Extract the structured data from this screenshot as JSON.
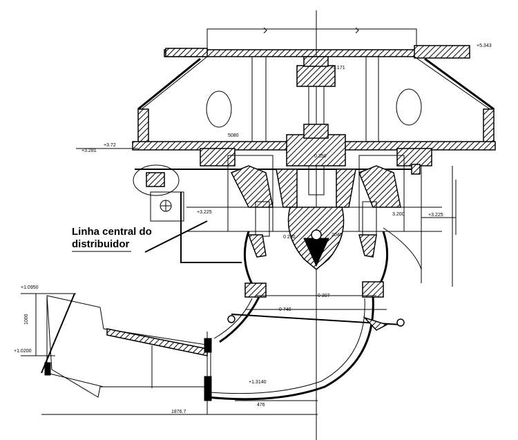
{
  "drawing": {
    "caption_line1": "Linha central do",
    "caption_line2": "distribuidor",
    "dimensions": {
      "top_right_elev": "+5.343",
      "top_center_elev": "+5.171",
      "left_elev_1": "+3.72",
      "left_elev_2": "+3.281",
      "left_upper_label": "5080",
      "center_left_elev": "+3.225",
      "center_right_elev": "+3.225",
      "right_small": "3.200",
      "center_small_1": "2040",
      "center_small_2": "0 250",
      "ring_dim": "0 350",
      "inner_dim": "0 307",
      "draft_dim": "0 740",
      "bottom_left_elev_1": "+1.0950",
      "bottom_left_elev_2": "+1.0200",
      "bottom_center_elev": "+1.3140",
      "bottom_dim": "476",
      "overall_dim": "1876.7",
      "side_dim": "1000"
    }
  }
}
